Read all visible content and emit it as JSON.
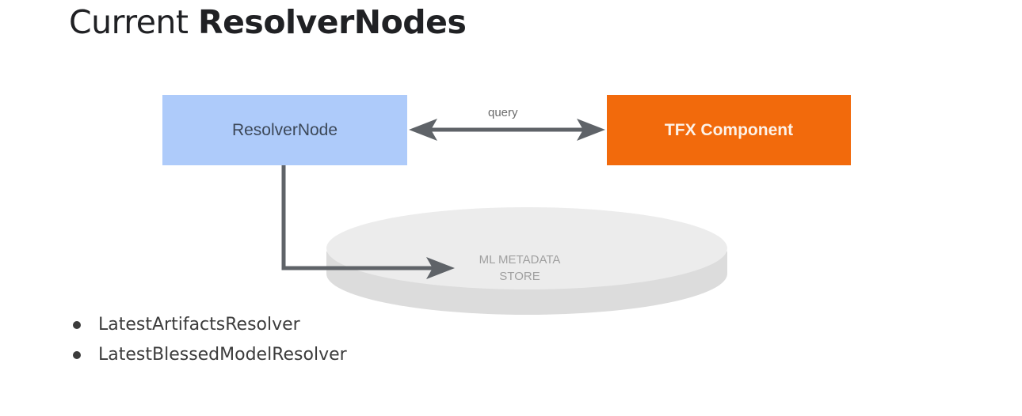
{
  "slide": {
    "title_prefix": "Current",
    "title_emphasis": "ResolverNodes"
  },
  "diagram": {
    "resolver_node": {
      "label": "ResolverNode",
      "color": "#aecbfa"
    },
    "tfx_component": {
      "label": "TFX Component",
      "color": "#f26a0c"
    },
    "query_edge": {
      "label": "query",
      "direction": "bidirectional"
    },
    "metadata_store": {
      "line1": "ML METADATA",
      "line2": "STORE"
    },
    "arrow_color": "#5f6368"
  },
  "bullets": [
    {
      "text": "LatestArtifactsResolver"
    },
    {
      "text": "LatestBlessedModelResolver"
    }
  ]
}
